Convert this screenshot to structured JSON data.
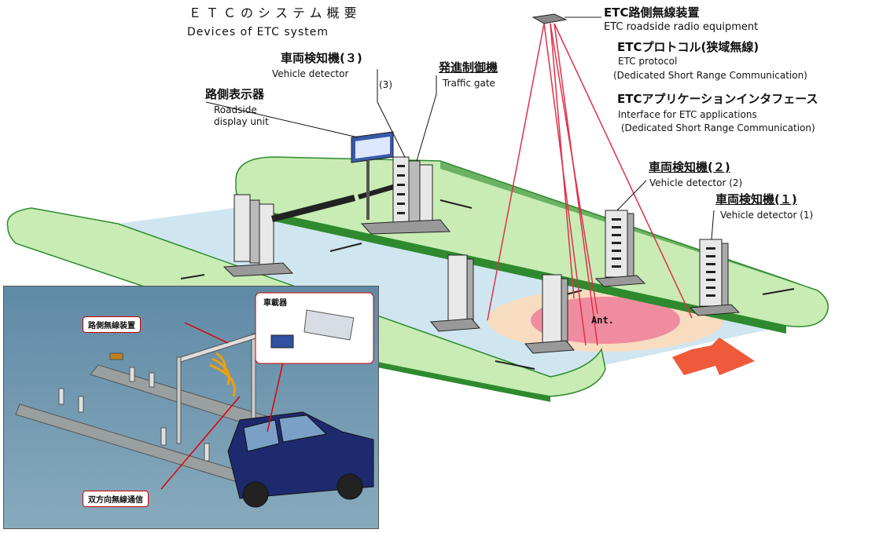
{
  "title": {
    "jp": "ＥＴＣのシステム概要",
    "en": "Devices of ETC system"
  },
  "labels": {
    "roadside_radio": {
      "jp": "ETC路側無線装置",
      "en": "ETC roadside radio equipment"
    },
    "protocol": {
      "jp": "ETCプロトコル(狭域無線)",
      "en1": "ETC protocol",
      "en2": "(Dedicated Short Range Communication)"
    },
    "application_interface": {
      "jp": "ETCアプリケーションインタフェース",
      "en1": "Interface for ETC applications",
      "en2": " (Dedicated Short Range Communication)"
    },
    "vehicle_detector_3": {
      "jp": "車両検知機(３)",
      "en1": "Vehicle detector",
      "en2": "(3)"
    },
    "traffic_gate": {
      "jp": "発進制御機",
      "en": "Traffic gate"
    },
    "roadside_display": {
      "jp": "路側表示器",
      "en1": "Roadside",
      "en2": "display unit"
    },
    "vehicle_detector_2": {
      "jp": "車両検知機(２)",
      "en": "Vehicle detector (2)"
    },
    "vehicle_detector_1": {
      "jp": "車両検知機(１)",
      "en": "Vehicle detector (1)"
    },
    "antenna": "Ant."
  },
  "inset": {
    "roadside_radio": "路側無線装置",
    "onboard_unit": "車載器",
    "two_way_comm": "双方向無線通信"
  },
  "colors": {
    "island_green": "#c8ecb4",
    "island_edge": "#2f8a2f",
    "lane_blue": "#cfe6f0",
    "beam_red": "#e0304a",
    "ant_pink": "#f08ca0",
    "ant_cream": "#f7dcc0",
    "arrow_red": "#ee5a3a",
    "car_blue": "#1e2a6e"
  }
}
